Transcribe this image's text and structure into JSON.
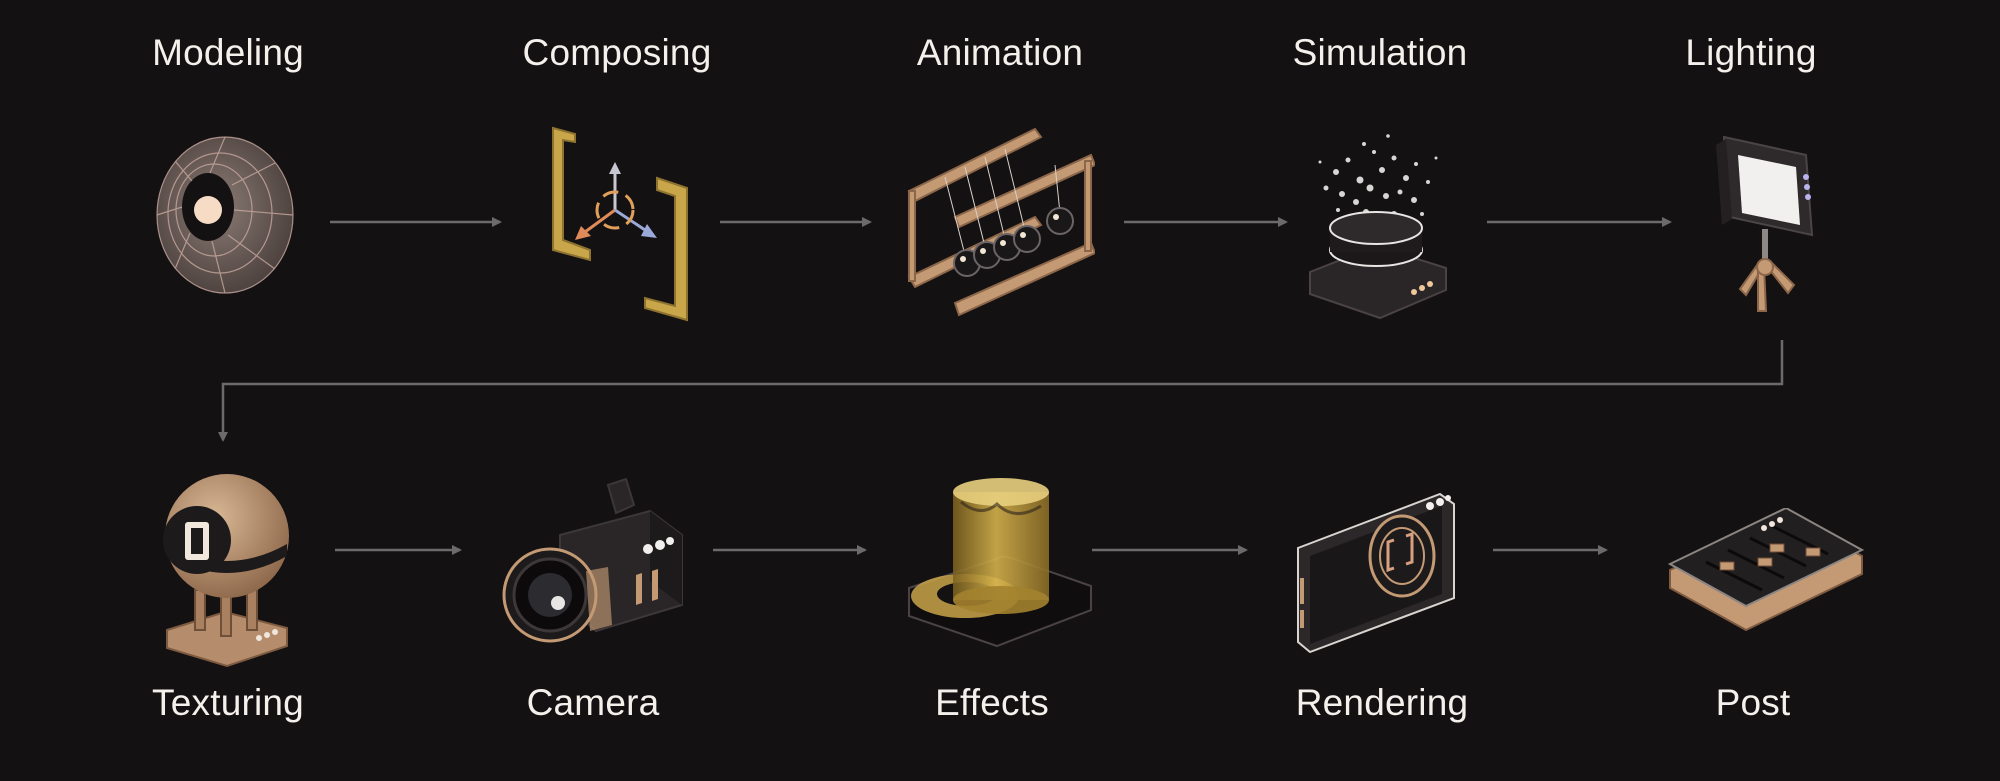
{
  "theme": {
    "background": "#141112",
    "label_color": "#f4f1ec",
    "connector_color": "#6d6a6b",
    "wood": "#b58d6d",
    "wood_light": "#d3ac88",
    "gold": "#c7a24a",
    "dark_metal": "#2a2628"
  },
  "pipeline": {
    "row1": [
      {
        "label": "Modeling",
        "icon": "wireframe-torus-icon"
      },
      {
        "label": "Composing",
        "icon": "transform-gizmo-icon"
      },
      {
        "label": "Animation",
        "icon": "newtons-cradle-icon"
      },
      {
        "label": "Simulation",
        "icon": "particle-emitter-icon"
      },
      {
        "label": "Lighting",
        "icon": "studio-light-icon"
      }
    ],
    "row2": [
      {
        "label": "Texturing",
        "icon": "material-sphere-icon"
      },
      {
        "label": "Camera",
        "icon": "video-camera-icon"
      },
      {
        "label": "Effects",
        "icon": "effects-cylinder-icon"
      },
      {
        "label": "Rendering",
        "icon": "render-device-icon"
      },
      {
        "label": "Post",
        "icon": "mixer-board-icon"
      }
    ]
  }
}
